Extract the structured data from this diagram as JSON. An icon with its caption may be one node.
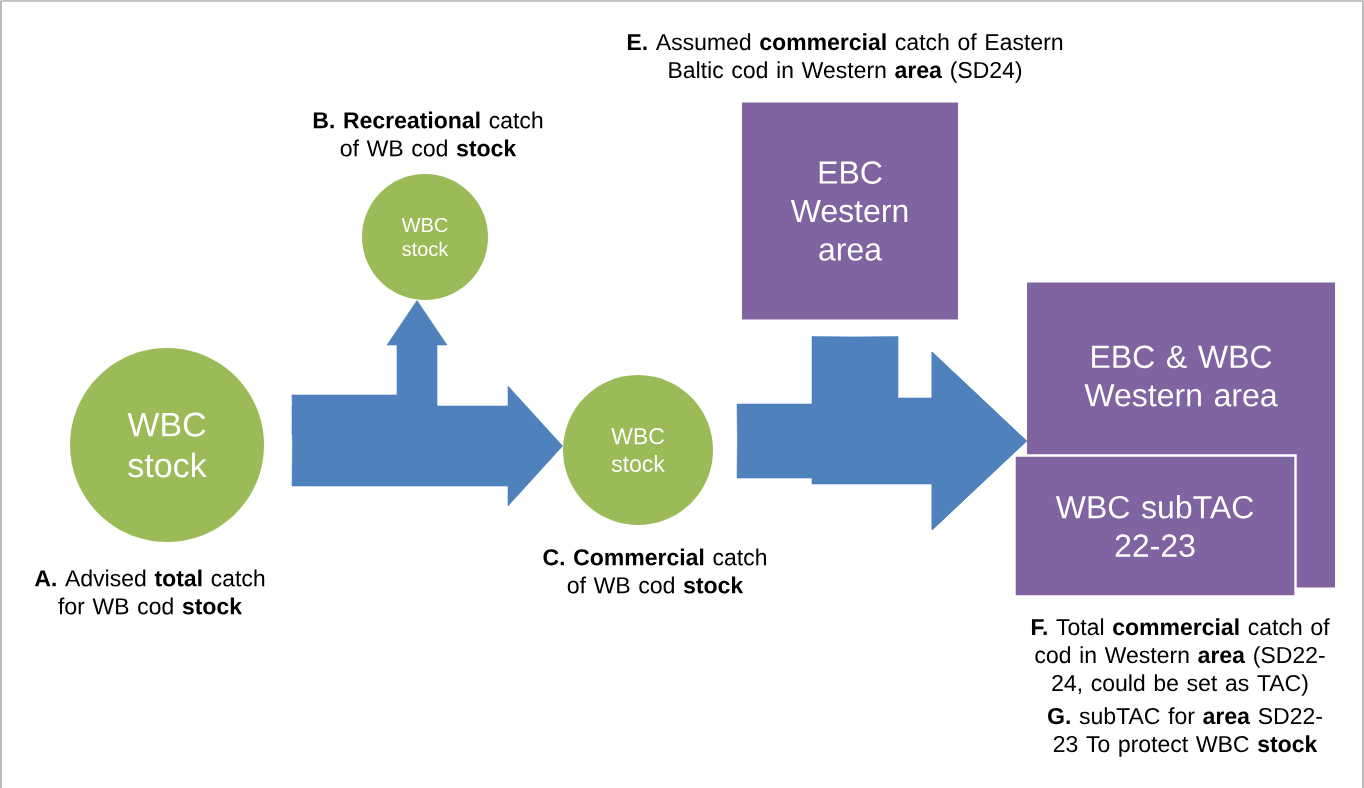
{
  "diagram": {
    "nodes": [
      {
        "text": [
          "WBC stock"
        ],
        "beside": [
          "**A.** Advised **total** catch for WB cod **stock**"
        ]
      },
      {
        "text": [
          "WBC stock"
        ],
        "beside": [
          "**B.** **Recreational** catch of WB cod **stock**"
        ]
      },
      {
        "text": [
          "WBC stock"
        ],
        "beside": [
          "**C.** **Commercial** catch of WB cod **stock**"
        ]
      },
      {
        "text": [
          "EBC Western area"
        ],
        "beside": [
          "**E.** Assumed **commercial** catch of Eastern Baltic cod in Western **area** (SD24)"
        ]
      },
      {
        "text": [
          "EBC & WBC Western area"
        ],
        "beside": [
          "**F.** Total **commercial** catch of cod in Western **area** (SD22-24, could be set as TAC)"
        ]
      },
      {
        "text": [
          "WBC subTAC 22-23"
        ]
      }
    ],
    "labels": [
      "**G.** subTAC for **area** SD22-23 To protect WBC **stock**"
    ],
    "edges": [
      {
        "from": 0,
        "to": 1,
        "arrow": "to"
      },
      {
        "from": 0,
        "to": 2,
        "arrow": "to"
      },
      {
        "from": 2,
        "to": 4,
        "arrow": "to"
      },
      {
        "from": 3,
        "to": 4,
        "arrow": "to"
      }
    ]
  }
}
